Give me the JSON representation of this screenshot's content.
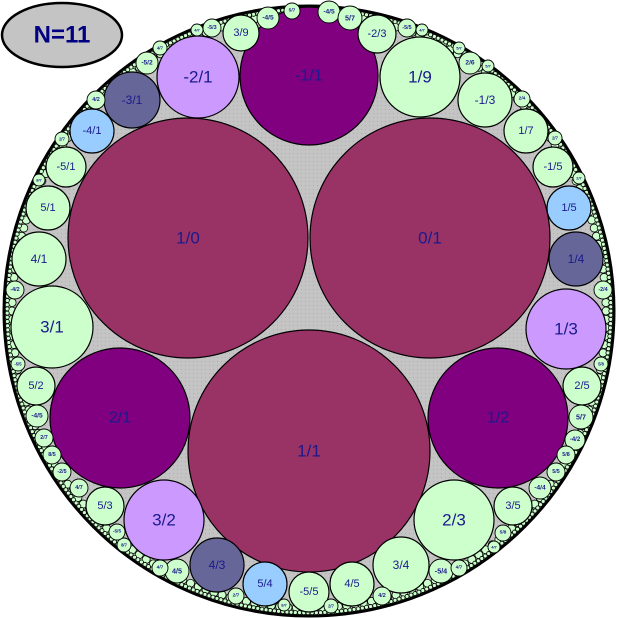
{
  "badge": {
    "label": "N=11"
  },
  "colors": {
    "disk_bg": "#c4c4c4",
    "outline": "#000000",
    "label_text": "#1a1a8c",
    "tier1": "#993366",
    "tier2": "#800080",
    "tier3": "#cc99ff",
    "tier4": "#666699",
    "tier5": "#99ccff",
    "tier6": "#ccffcc"
  },
  "circles": [
    {
      "label": "1/0",
      "tier": "tier1"
    },
    {
      "label": "0/1",
      "tier": "tier1"
    },
    {
      "label": "1/1",
      "tier": "tier1"
    },
    {
      "label": "-1/1",
      "tier": "tier2"
    },
    {
      "label": "2/1",
      "tier": "tier2"
    },
    {
      "label": "1/2",
      "tier": "tier2"
    },
    {
      "label": "-2/1",
      "tier": "tier3"
    },
    {
      "label": "1/3",
      "tier": "tier3"
    },
    {
      "label": "3/2",
      "tier": "tier3"
    },
    {
      "label": "-3/1",
      "tier": "tier4"
    },
    {
      "label": "1/4",
      "tier": "tier4"
    },
    {
      "label": "4/3",
      "tier": "tier4"
    },
    {
      "label": "-4/1",
      "tier": "tier5"
    },
    {
      "label": "1/5",
      "tier": "tier5"
    },
    {
      "label": "5/4",
      "tier": "tier5"
    },
    {
      "label": "1/9",
      "tier": "tier6"
    },
    {
      "label": "3/1",
      "tier": "tier6"
    },
    {
      "label": "2/3",
      "tier": "tier6"
    },
    {
      "label": "-1/3",
      "tier": "tier6"
    },
    {
      "label": "4/1",
      "tier": "tier6"
    },
    {
      "label": "3/4",
      "tier": "tier6"
    },
    {
      "label": "1/7",
      "tier": "tier6"
    },
    {
      "label": "5/1",
      "tier": "tier6"
    },
    {
      "label": "4/5",
      "tier": "tier6"
    },
    {
      "label": "-1/5",
      "tier": "tier6"
    },
    {
      "label": "-5/1",
      "tier": "tier6"
    },
    {
      "label": "-5/5",
      "tier": "tier6"
    },
    {
      "label": "3/9",
      "tier": "tier6"
    },
    {
      "label": "-2/3",
      "tier": "tier6"
    },
    {
      "label": "5/2",
      "tier": "tier6"
    },
    {
      "label": "5/3",
      "tier": "tier6"
    },
    {
      "label": "3/5",
      "tier": "tier6"
    },
    {
      "label": "2/5",
      "tier": "tier6"
    },
    {
      "label": "-5/3",
      "tier": "tier6"
    },
    {
      "label": "4/7",
      "tier": "tier6"
    },
    {
      "label": "-5/2",
      "tier": "tier6"
    },
    {
      "label": "4/7",
      "tier": "tier6"
    },
    {
      "label": "4/2",
      "tier": "tier6"
    },
    {
      "label": "2/7",
      "tier": "tier6"
    },
    {
      "label": "8/7",
      "tier": "tier6"
    },
    {
      "label": "-4/2",
      "tier": "tier6"
    },
    {
      "label": "-4/5",
      "tier": "tier6"
    },
    {
      "label": "5/7",
      "tier": "tier6"
    },
    {
      "label": "-4/5",
      "tier": "tier6"
    },
    {
      "label": "5/7",
      "tier": "tier6"
    },
    {
      "label": "-5/5",
      "tier": "tier6"
    },
    {
      "label": "4/7",
      "tier": "tier6"
    },
    {
      "label": "5/7",
      "tier": "tier6"
    },
    {
      "label": "2/6",
      "tier": "tier6"
    },
    {
      "label": "5/7",
      "tier": "tier6"
    },
    {
      "label": "2/4",
      "tier": "tier6"
    },
    {
      "label": "2/7",
      "tier": "tier6"
    },
    {
      "label": "2/7",
      "tier": "tier6"
    },
    {
      "label": "-2/4",
      "tier": "tier6"
    },
    {
      "label": "5/8",
      "tier": "tier6"
    },
    {
      "label": "5/7",
      "tier": "tier6"
    },
    {
      "label": "-4/2",
      "tier": "tier6"
    },
    {
      "label": "5/8",
      "tier": "tier6"
    },
    {
      "label": "5/5",
      "tier": "tier6"
    },
    {
      "label": "-4/4",
      "tier": "tier6"
    },
    {
      "label": "5/8",
      "tier": "tier6"
    },
    {
      "label": "4/7",
      "tier": "tier6"
    },
    {
      "label": "-5/4",
      "tier": "tier6"
    },
    {
      "label": "4/7",
      "tier": "tier6"
    },
    {
      "label": "4/2",
      "tier": "tier6"
    },
    {
      "label": "2/7",
      "tier": "tier6"
    },
    {
      "label": "8/7",
      "tier": "tier6"
    },
    {
      "label": "2/7",
      "tier": "tier6"
    },
    {
      "label": "4/5",
      "tier": "tier6"
    },
    {
      "label": "4/7",
      "tier": "tier6"
    },
    {
      "label": "8/7",
      "tier": "tier6"
    },
    {
      "label": "-5/5",
      "tier": "tier6"
    },
    {
      "label": "4/7",
      "tier": "tier6"
    },
    {
      "label": "-2/5",
      "tier": "tier6"
    },
    {
      "label": "8/5",
      "tier": "tier6"
    },
    {
      "label": "2/7",
      "tier": "tier6"
    },
    {
      "label": "-4/5",
      "tier": "tier6"
    },
    {
      "label": "-5/5",
      "tier": "tier6"
    }
  ]
}
